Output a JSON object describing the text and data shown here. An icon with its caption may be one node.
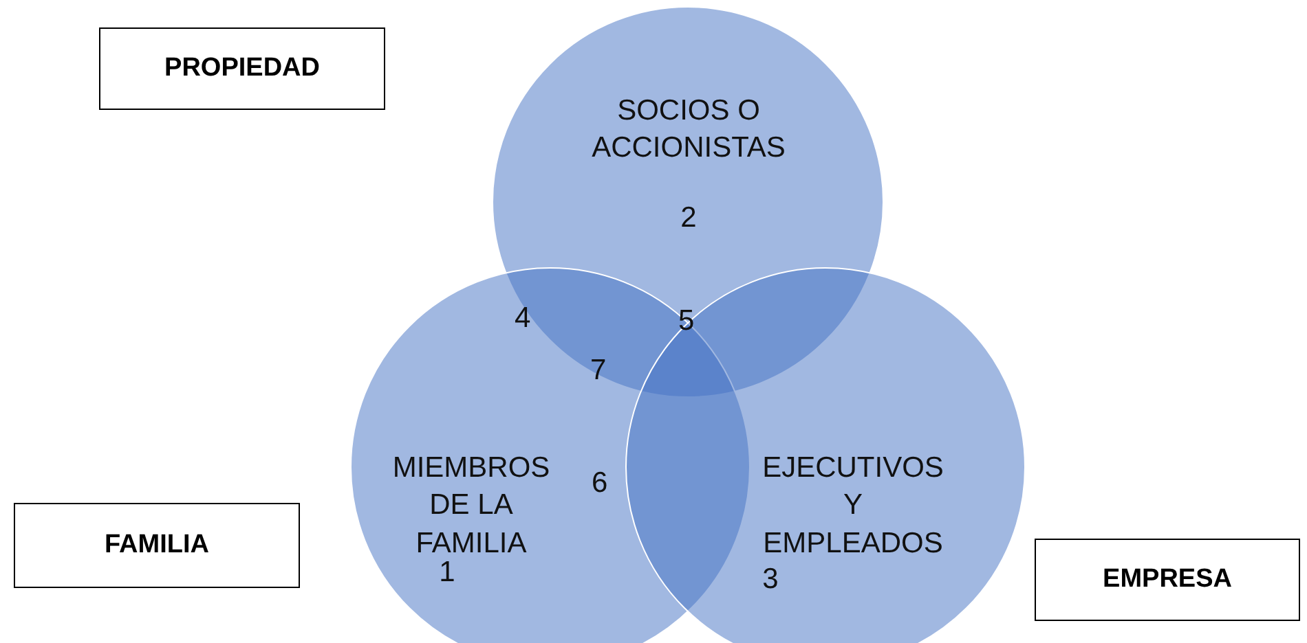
{
  "diagram": {
    "nodes": [
      {
        "text": [
          "PROPIEDAD"
        ]
      },
      {
        "text": [
          "SOCIOS O ACCIONISTAS",
          "2"
        ]
      },
      {
        "text": [
          "MIEMBROS DE LA FAMILIA",
          "1"
        ]
      },
      {
        "text": [
          "EJECUTIVOS Y EMPLEADOS",
          "3"
        ]
      },
      {
        "text": [
          "FAMILIA"
        ]
      },
      {
        "text": [
          "EMPRESA"
        ]
      }
    ],
    "labels": [
      "4",
      "5",
      "7",
      "6"
    ]
  }
}
